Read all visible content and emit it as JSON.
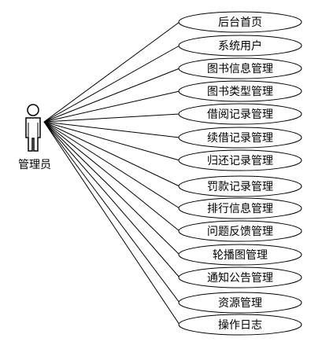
{
  "diagram": {
    "actor": {
      "label": "管理员",
      "icon": "person-icon"
    },
    "use_cases": [
      {
        "label": "后台首页"
      },
      {
        "label": "系统用户"
      },
      {
        "label": "图书信息管理"
      },
      {
        "label": "图书类型管理"
      },
      {
        "label": "借阅记录管理"
      },
      {
        "label": "续借记录管理"
      },
      {
        "label": "归还记录管理"
      },
      {
        "label": "罚款记录管理"
      },
      {
        "label": "排行信息管理"
      },
      {
        "label": "问题反馈管理"
      },
      {
        "label": "轮播图管理"
      },
      {
        "label": "通知公告管理"
      },
      {
        "label": "资源管理"
      },
      {
        "label": "操作日志"
      }
    ],
    "colors": {
      "stroke": "#000000",
      "fill": "#ffffff"
    }
  }
}
